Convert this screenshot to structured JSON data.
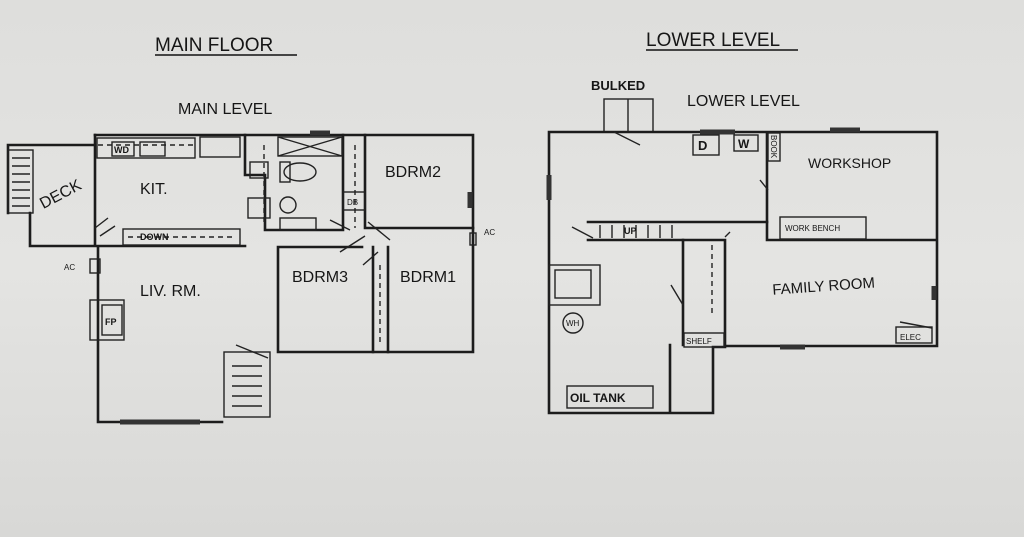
{
  "main_floor": {
    "heading": "MAIN FLOOR",
    "level_label": "MAIN LEVEL",
    "rooms": {
      "deck": "DECK",
      "kitchen": "KIT.",
      "living": "LIV. RM.",
      "bdrm1": "BDRM1",
      "bdrm2": "BDRM2",
      "bdrm3": "BDRM3"
    },
    "fixtures": {
      "washer_dryer": "WD",
      "stairs_down": "DOWN",
      "fireplace": "FP",
      "ac_left": "AC",
      "ac_right": "AC",
      "closet": "DB"
    }
  },
  "lower_level": {
    "heading": "LOWER LEVEL",
    "level_label": "LOWER LEVEL",
    "bulkhead": "BULKED",
    "rooms": {
      "workshop": "WORKSHOP",
      "family": "FAMILY ROOM"
    },
    "fixtures": {
      "dryer": "D",
      "washer": "W",
      "book": "BOOK",
      "work_bench": "WORK BENCH",
      "stairs_up": "UP",
      "shelf": "SHELF",
      "elec": "ELEC",
      "oil_tank": "OIL TANK",
      "water_heater": "WH"
    }
  }
}
